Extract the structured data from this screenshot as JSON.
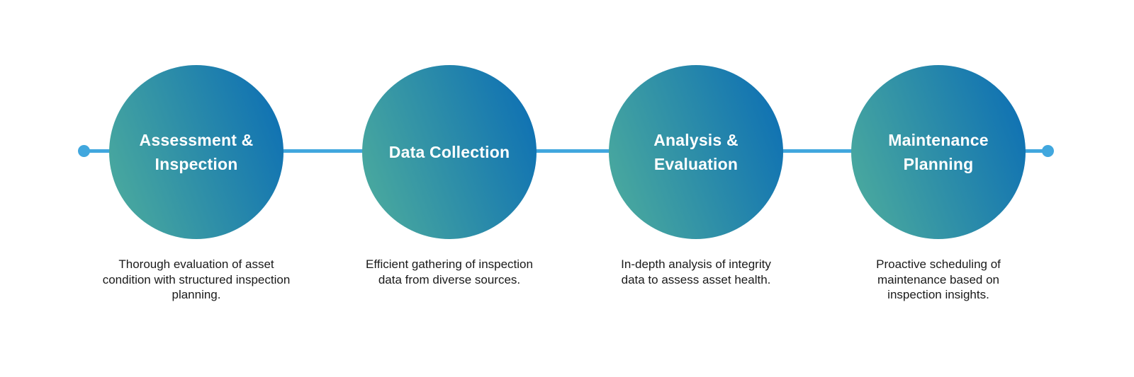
{
  "diagram": {
    "type": "process-timeline",
    "background_color": "#FFFFFF",
    "connector_line_color": "#41A7DE",
    "circle_gradient_from": "#4FAE9C",
    "circle_gradient_to": "#0A6CB5",
    "title_text_color": "#FFFFFF",
    "description_text_color": "#1A1A1A",
    "steps": [
      {
        "title": "Assessment &\nInspection",
        "description": "Thorough evaluation of asset\ncondition with structured inspection\nplanning."
      },
      {
        "title": "Data Collection",
        "description": "Efficient gathering of inspection\ndata from diverse sources."
      },
      {
        "title": "Analysis &\nEvaluation",
        "description": "In-depth analysis of integrity\ndata to assess asset health."
      },
      {
        "title": "Maintenance\nPlanning",
        "description": "Proactive scheduling of\nmaintenance based on\ninspection insights."
      }
    ]
  }
}
